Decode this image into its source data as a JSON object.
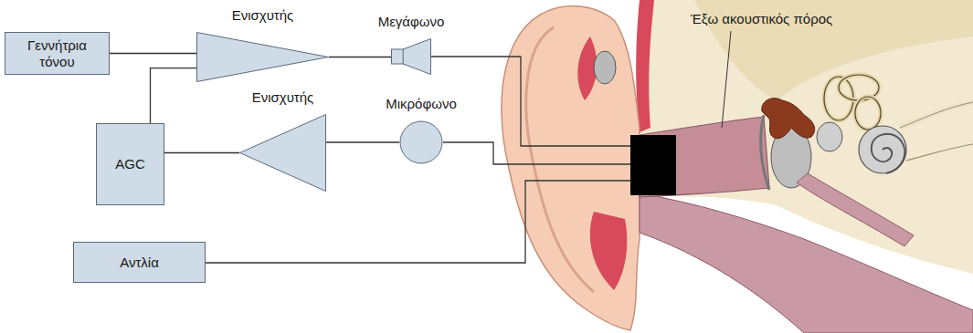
{
  "diagram": {
    "nodes": [
      {
        "text": [
          "Γεννήτρια τόνου"
        ]
      },
      {
        "text": [
          "Ενισχυτής"
        ]
      },
      {
        "text": [
          "Μεγάφωνο"
        ]
      },
      {
        "text": [
          "AGC"
        ]
      },
      {
        "text": [
          "Ενισχυτής"
        ]
      },
      {
        "text": [
          "Μικρόφωνο"
        ]
      },
      {
        "text": [
          "Αντλία"
        ]
      }
    ],
    "edges": [
      {
        "from": 0,
        "to": 1,
        "arrow": "none"
      },
      {
        "from": 3,
        "to": 1,
        "arrow": "none"
      },
      {
        "from": 1,
        "to": 2,
        "arrow": "none"
      },
      {
        "from": 5,
        "to": 4,
        "arrow": "none"
      },
      {
        "from": 4,
        "to": 3,
        "arrow": "none"
      }
    ],
    "labels": [
      "Έξω ακουστικός πόρος"
    ]
  }
}
